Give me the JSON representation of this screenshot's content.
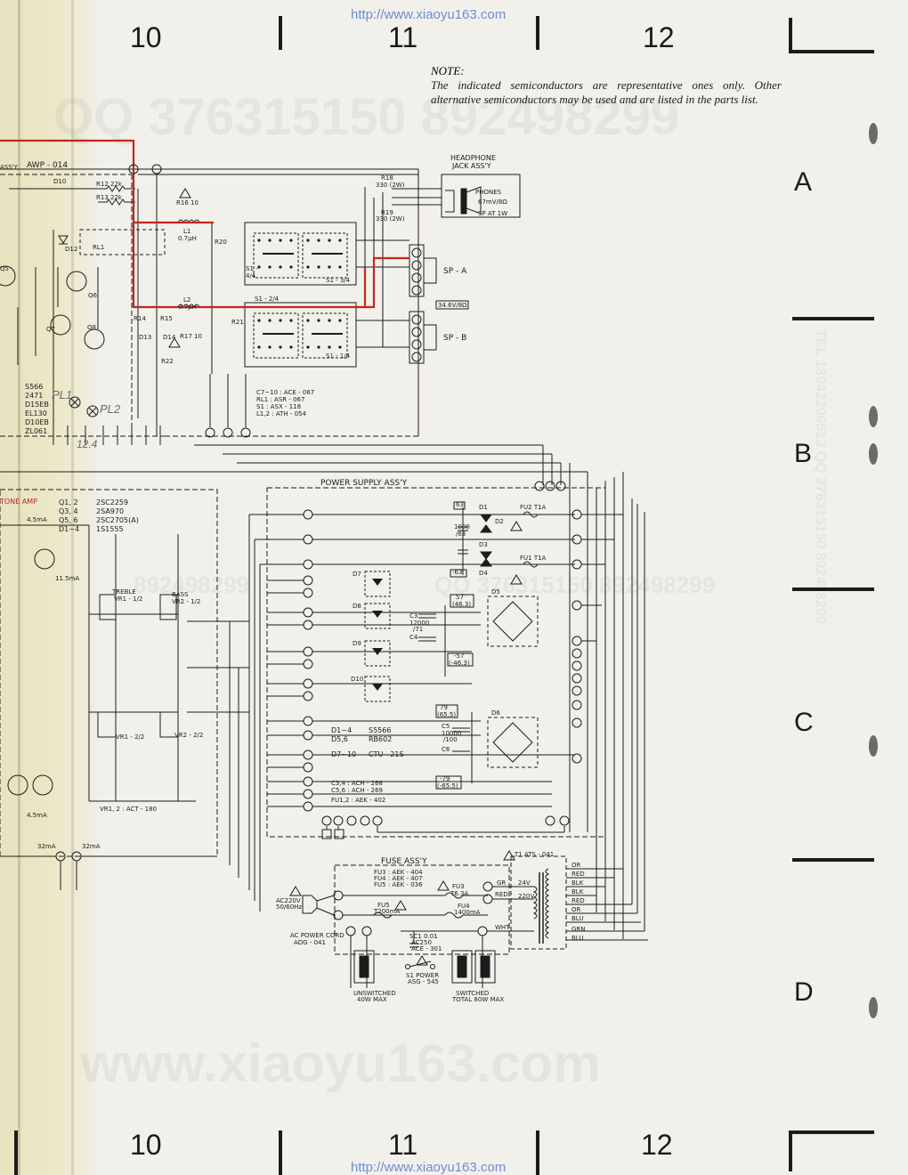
{
  "urls": {
    "top": "http://www.xiaoyu163.com",
    "bottom": "http://www.xiaoyu163.com"
  },
  "grid": {
    "columns": [
      "10",
      "11",
      "12"
    ],
    "rows": [
      "A",
      "B",
      "C",
      "D"
    ]
  },
  "note": {
    "title": "NOTE:",
    "body": "The indicated semiconductors are representative ones only. Other alternative semiconductors may be used and are listed in the parts list."
  },
  "watermarks": {
    "qq_top": "QQ 376315150  892498299",
    "qq_mid": "892498299",
    "qq_mid2": "QQ 376315150  892498299",
    "site": "www.xiaoyu163.com",
    "tel_vertical": "TEL 13942296513  QQ 376315150  892498299"
  },
  "labels": {
    "awp": "AWP - 014",
    "assy_left": "ASS'Y",
    "headphone_jack": "HEADPHONE",
    "headphone_jack2": "JACK   ASS'Y",
    "phones": "PHONES",
    "phones_imp": "67mV/8Ω",
    "phones_at": "SP AT 1W",
    "sp_a": "SP - A",
    "sp_b": "SP - B",
    "sp_imp": "34.6V/8Ω",
    "s1_34": "S1 - 3/4",
    "s1_44": "S1 - 4/4",
    "s1_24": "S1 - 2/4",
    "s1_14": "S1 - 1/4",
    "rl1": "RL1",
    "r16": "R16  10",
    "l1": "L1",
    "l1v": "0.7μH",
    "l2": "L2",
    "l2v": "0.7μH",
    "r18": "R18",
    "r18v": "330 (2W)",
    "r19": "R19",
    "r19v": "330 (2W)",
    "r20": "R20",
    "r21": "R21",
    "r12": "R12   22k",
    "r13": "R13   22k",
    "d10": "D10",
    "d12": "D12",
    "q5": "Q5",
    "q6": "Q6",
    "q7": "Q7",
    "q8": "Q8",
    "r14": "R14",
    "r15": "R15",
    "r17": "R17  10",
    "r22": "R22",
    "d13": "D13",
    "d14": "D14",
    "parts_list_1": "C7~10  :  ACE - 067",
    "parts_list_2": "RL1      :  ASR - 067",
    "parts_list_3": "S1        :  ASX - 118",
    "parts_list_4": "L1,2     :  ATH - 054",
    "pl1": "PL1",
    "pl2": "PL2",
    "semis_left_1": "S566",
    "semis_left_2": "2471",
    "semis_left_3": "D15EB",
    "semis_left_4": "EL130",
    "semis_left_5": "D10EB",
    "semis_left_6": "ZL061",
    "v124": "12.4",
    "power_supply": "POWER   SUPPLY   ASS'Y",
    "tone_amp": "TONE  AMP",
    "q12": "Q1, 2",
    "q34": "Q3, 4",
    "q56": "Q5, 6",
    "d14list": "D1~4",
    "q12v": "2SC2259",
    "q34v": "2SA970",
    "q56v": "2SC2705(A)",
    "d14v": "1S1555",
    "treble": "TREBLE",
    "bass": "BASS",
    "vr11": "VR1 - 1/2",
    "vr21": "VR2 - 1/2",
    "vr12": "VR1 - 2/2",
    "vr22": "VR2 - 2/2",
    "vr_part": "VR1, 2  :  ACT - 180",
    "c3": "C3",
    "c4": "C4",
    "c5": "C5",
    "c6": "C6",
    "d1": "D1",
    "d2": "D2",
    "d3": "D3",
    "d4": "D4",
    "d5": "D5",
    "d6": "D6",
    "d7": "D7",
    "d8": "D8",
    "d9": "D9",
    "d10b": "D10",
    "fu1": "FU1  T1A",
    "fu2": "FU2  T1A",
    "v63": "63",
    "vm63": "-63",
    "v57": "57",
    "v463": "(46.3)",
    "vm57": "-57",
    "vm463": "(-46.3)",
    "v79": "79",
    "v655": "(65.5)",
    "vm79": "-79",
    "vm655": "(-65.5)",
    "c12000": "12000",
    "c71": "/71",
    "c10000": "10000",
    "c100": "/100",
    "c1000": "1000",
    "c63b": "/63",
    "d14_list": "D1~4",
    "d56_list": "D5,6",
    "d710_list": "D7~10",
    "d14_val": "S5566",
    "d56_val": "RB602",
    "d710_val": "CTU - 21S",
    "parts_c34": "C3,4  :  ACH - 268",
    "parts_c56": "C5,6  :  ACH - 269",
    "parts_fu": "FU1,2  :  AEK - 402",
    "fuse_assy": "FUSE   ASS'Y",
    "fu3": "FU3 : AEK - 404",
    "fu4": "FU4 : AEK - 407",
    "fu5": "FU5 : AEK - 036",
    "t1": "T1   ATS - 041",
    "fu3b": "FU3",
    "fu3v": "T6.3A",
    "fu4b": "FU4",
    "fu4v": "1400mA",
    "fu5b": "FU5",
    "fu5v": "T200mA",
    "ac220": "AC220V",
    "hz": "50/60Hz",
    "ac_cord": "AC POWER  CORD",
    "ac_cord_part": "ADG - 041",
    "sc1": "SC1 0.01",
    "sc1b": "AC250",
    "sc1c": "ACE - 301",
    "s1power": "S1 POWER",
    "s1power_part": "ASG - 545",
    "unswitched": "UNSWITCHED",
    "unswitched_v": "40W   MAX",
    "switched": "SWITCHED",
    "switched_v": "TOTAL  80W  MAX",
    "v24": "24V",
    "v220": "220V",
    "gr": "GR",
    "red": "RED",
    "wht": "WHT",
    "wire_or": "OR",
    "wire_red": "RED",
    "wire_blk": "BLK",
    "wire_blk2": "BLK",
    "wire_red2": "RED",
    "wire_or2": "OR",
    "wire_blu": "BLU",
    "wire_grn": "GRN",
    "wire_blu2": "BLU",
    "ma32a": "32mA",
    "ma32b": "32mA",
    "ma45a": "4.5mA",
    "ma45b": "4.5mA",
    "ma115": "11.5mA"
  },
  "colors": {
    "paper": "#f2f0ea",
    "ink": "#1c1c1c",
    "highlight_wire": "#c0281e",
    "url": "#6d8dd8",
    "strip": "#e9e5c4"
  },
  "icons": [
    "warning-triangle-icon",
    "fold-notch-icon"
  ]
}
